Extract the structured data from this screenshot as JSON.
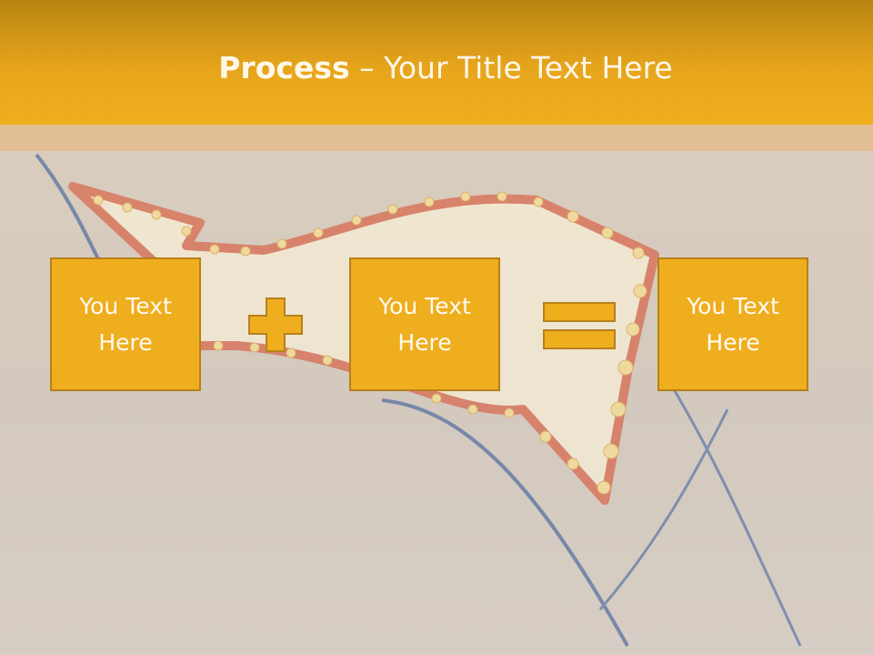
{
  "slide": {
    "title_bold": "Process",
    "title_rest": " – Your Title Text Here"
  },
  "process": {
    "box1": "You Text Here",
    "box2": "You Text Here",
    "box3": "You Text Here",
    "op1_icon": "plus-icon",
    "op2_icon": "equals-icon"
  },
  "colors": {
    "accent": "#efae1e",
    "accent_border": "#b7801b",
    "header_top": "#b88411",
    "background": "#d6cbbd"
  }
}
